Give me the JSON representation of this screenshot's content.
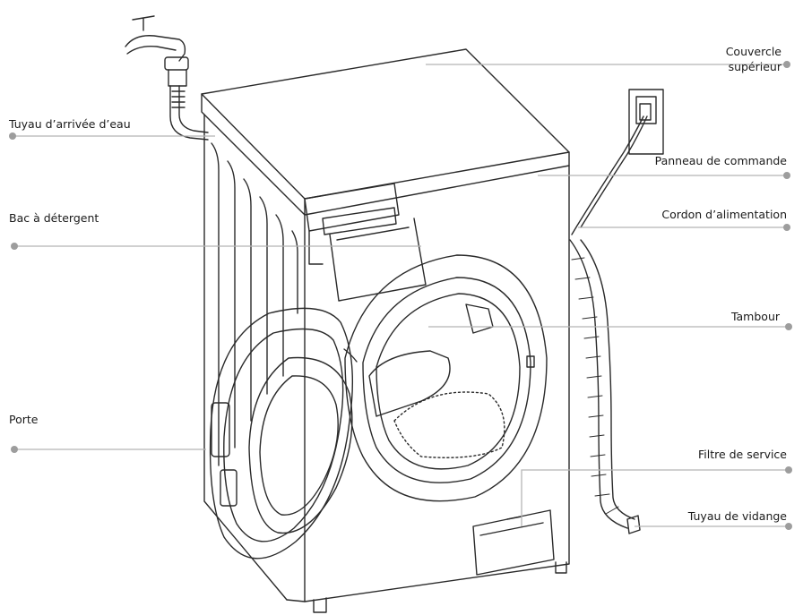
{
  "labels": {
    "water_inlet_hose": "Tuyau d’arrivée d’eau",
    "detergent_drawer": "Bac à détergent",
    "door": "Porte",
    "top_cover_line1": "Couvercle",
    "top_cover_line2": "supérieur",
    "control_panel": "Panneau de commande",
    "power_cord": "Cordon d’alimentation",
    "drum": "Tambour",
    "service_filter": "Filtre de service",
    "drain_hose": "Tuyau de vidange"
  },
  "colors": {
    "line": "#b5b5b5",
    "dot": "#9d9d9d",
    "ink": "#2a2a2a",
    "text": "#1a1a1a"
  }
}
